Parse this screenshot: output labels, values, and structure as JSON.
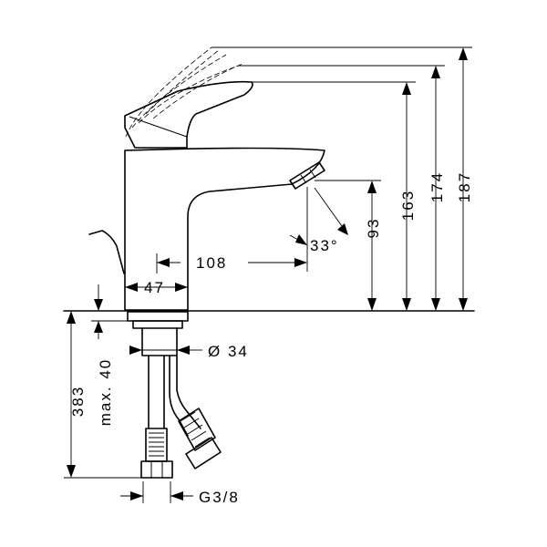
{
  "dimensions": {
    "total_height": "187",
    "lever_height": "174",
    "spout_height": "163",
    "outlet_height": "93",
    "spout_reach": "108",
    "body_width": "47",
    "spray_angle": "33°",
    "tap_hole": "Ø 34",
    "deck_thickness": "max. 40",
    "hose_length": "383",
    "connection": "G3/8"
  }
}
